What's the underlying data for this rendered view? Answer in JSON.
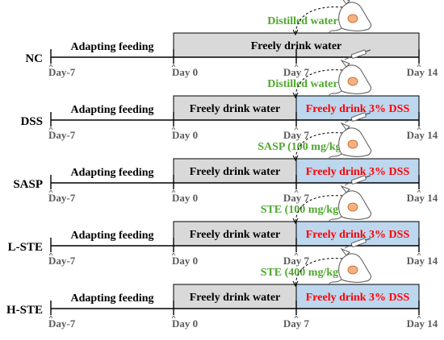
{
  "colors": {
    "gray_fill": "#d9d9d9",
    "blue_fill": "#bdd7ee",
    "green_text": "#4ea72e",
    "red_text": "#ff0000",
    "axis": "#000000",
    "tick_label": "#5a5a5a"
  },
  "icons": {
    "dosing": "mouse-gavage-icon",
    "arrow": "dashed-curved-arrow-icon"
  },
  "groups": [
    {
      "name": "NC",
      "treatment": "Distilled water",
      "phases": [
        "Adapting feeding",
        "Freely drink water"
      ],
      "days": [
        "Day-7",
        "Day 0",
        "Day 7",
        "Day 14"
      ]
    },
    {
      "name": "DSS",
      "treatment": "Distilled water",
      "phases": [
        "Adapting feeding",
        "Freely drink water",
        "Freely drink 3% DSS"
      ],
      "days": [
        "Day-7",
        "Day 0",
        "Day 7",
        "Day 14"
      ]
    },
    {
      "name": "SASP",
      "treatment": "SASP (100 mg/kg )",
      "phases": [
        "Adapting feeding",
        "Freely drink water",
        "Freely drink 3% DSS"
      ],
      "days": [
        "Day-7",
        "Day 0",
        "Day 7",
        "Day 14"
      ]
    },
    {
      "name": "L-STE",
      "treatment": "STE (100 mg/kg )",
      "phases": [
        "Adapting feeding",
        "Freely drink water",
        "Freely drink 3% DSS"
      ],
      "days": [
        "Day-7",
        "Day 0",
        "Day 7",
        "Day 14"
      ]
    },
    {
      "name": "H-STE",
      "treatment": "STE (400 mg/kg )",
      "phases": [
        "Adapting feeding",
        "Freely drink water",
        "Freely drink 3% DSS"
      ],
      "days": [
        "Day-7",
        "Day 0",
        "Day 7",
        "Day 14"
      ]
    }
  ]
}
